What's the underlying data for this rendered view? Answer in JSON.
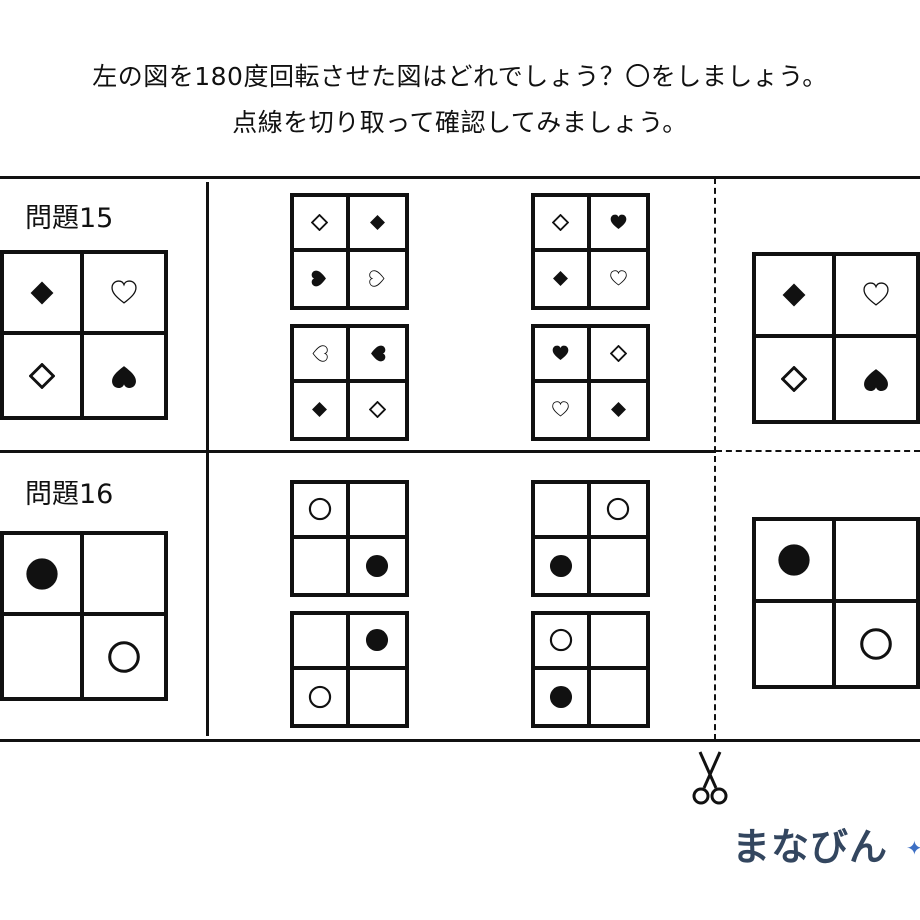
{
  "instructions": {
    "line1": "左の図を180度回転させた図はどれでしょう？〇をしましょう。",
    "line2": "点線を切り取って確認してみましょう。"
  },
  "problems": [
    {
      "label": "問題15",
      "original": [
        "diamond-filled",
        "heart-outline",
        "diamond-outline",
        "heart-filled-down"
      ],
      "options": [
        [
          "diamond-outline",
          "diamond-filled",
          "heart-filled-right",
          "heart-outline-right"
        ],
        [
          "diamond-outline",
          "heart-filled",
          "diamond-filled",
          "heart-outline"
        ],
        [
          "heart-outline-left",
          "heart-filled-left",
          "diamond-filled",
          "diamond-outline"
        ],
        [
          "heart-filled",
          "diamond-outline",
          "heart-outline",
          "diamond-filled"
        ]
      ],
      "cutout": [
        "diamond-filled",
        "heart-outline",
        "diamond-outline",
        "heart-filled-down"
      ]
    },
    {
      "label": "問題16",
      "original": [
        "circle-filled",
        "empty",
        "empty",
        "circle-outline"
      ],
      "options": [
        [
          "circle-outline",
          "empty",
          "empty",
          "circle-filled"
        ],
        [
          "empty",
          "circle-outline",
          "circle-filled",
          "empty"
        ],
        [
          "empty",
          "circle-filled",
          "circle-outline",
          "empty"
        ],
        [
          "circle-outline",
          "empty",
          "circle-filled",
          "empty"
        ]
      ],
      "cutout": [
        "circle-filled",
        "empty",
        "empty",
        "circle-outline"
      ]
    }
  ],
  "icons": {
    "scissors": "scissors-icon"
  },
  "logo": {
    "text": "まなびん"
  },
  "colors": {
    "ink": "#111111",
    "logo": "#33465f",
    "logo_star": "#3d6fc4"
  }
}
